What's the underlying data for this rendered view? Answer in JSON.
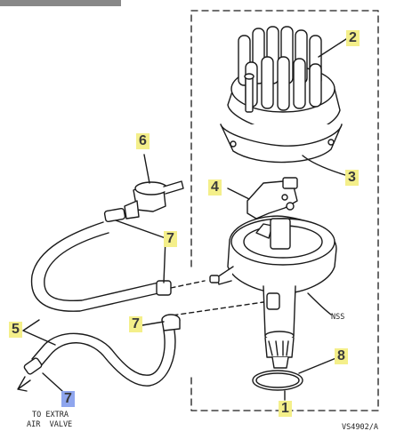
{
  "callouts": {
    "c1": "1",
    "c2": "2",
    "c3": "3",
    "c4": "4",
    "c5": "5",
    "c6": "6",
    "c7_hose_clip": "7",
    "c7_lower_clip": "7",
    "c7_air_valve": "7",
    "c8": "8"
  },
  "notes": {
    "to_extra_line1": "TO EXTRA",
    "to_extra_line2": "AIR  VALVE",
    "nss": "NSS",
    "ref_code": "VS4902/A"
  },
  "colors": {
    "line": "#1a1a1a",
    "highlight_yellow": "#f4ef8a",
    "highlight_blue": "#8fa6ee",
    "top_bar": "#888888"
  }
}
